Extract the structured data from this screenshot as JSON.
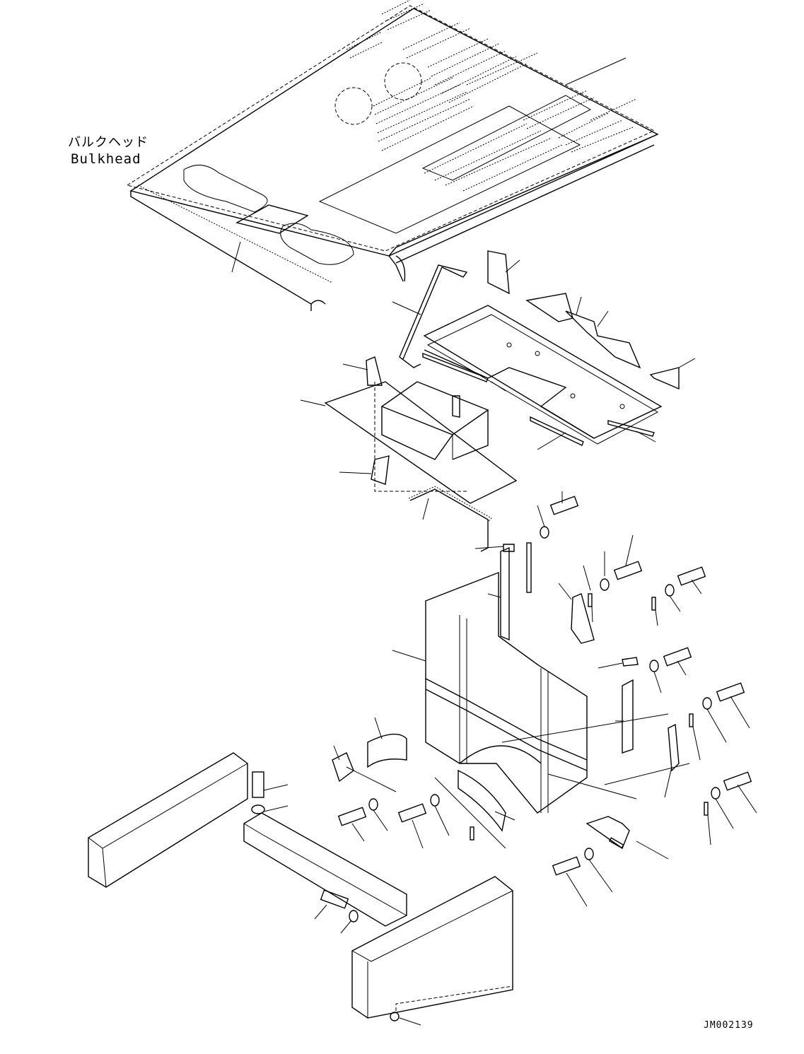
{
  "bulkhead_label": {
    "japanese": "バルクヘッド",
    "english": "Bulkhead"
  },
  "drawing_number": "JM002139"
}
